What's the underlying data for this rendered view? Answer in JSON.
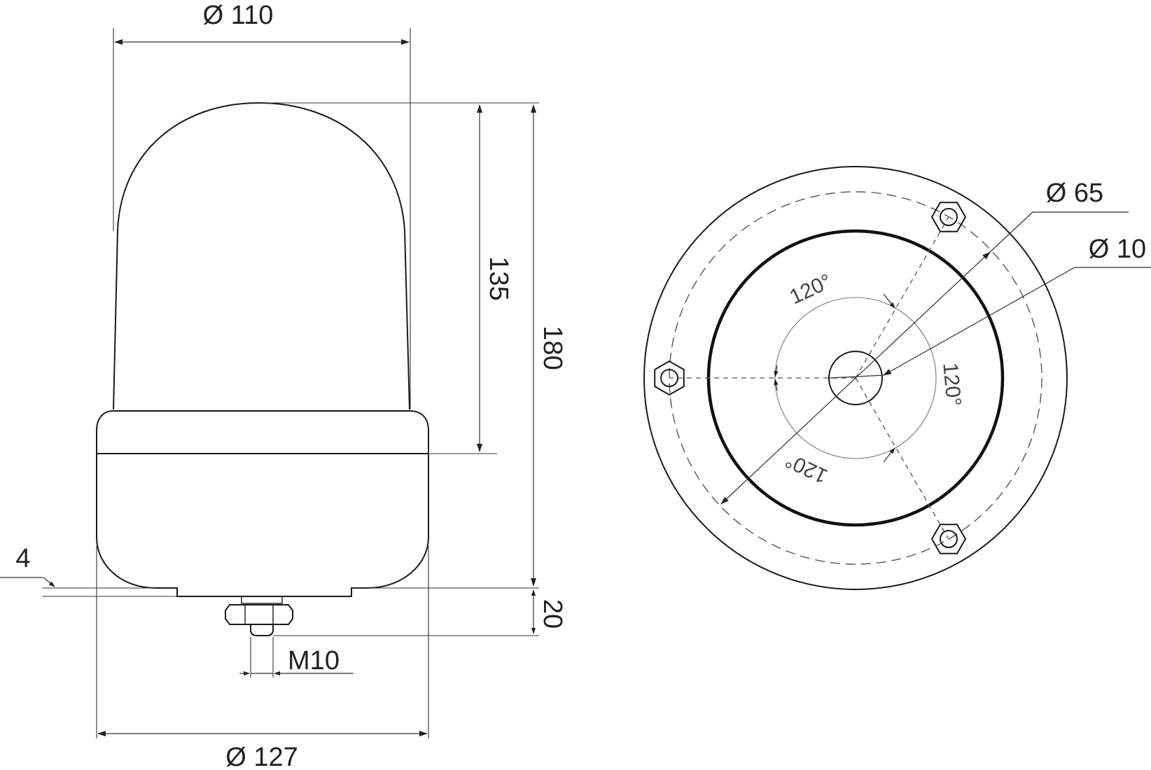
{
  "side_view": {
    "dia_top": "Ø 110",
    "height_dome": "135",
    "height_total": "180",
    "height_stud": "20",
    "offset_base": "4",
    "thread": "M10",
    "dia_base": "Ø 127"
  },
  "top_view": {
    "bolt_circle": "Ø 65",
    "center_hole": "Ø 10",
    "angle_upper": "120°",
    "angle_right": "120°",
    "angle_lower": "120°"
  }
}
